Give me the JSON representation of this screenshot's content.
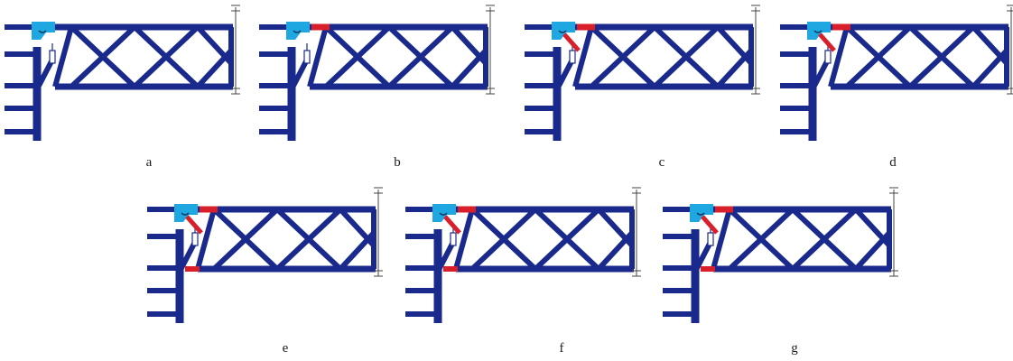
{
  "colors": {
    "background": "#ffffff",
    "member": "#1a2a8c",
    "connector": "#1ea7e1",
    "removed_member": "#d81f2a",
    "dimension_line": "#444444"
  },
  "panels": [
    {
      "label": "a",
      "red_top": false,
      "red_diag": false,
      "red_bottom": false
    },
    {
      "label": "b",
      "red_top": true,
      "red_diag": false,
      "red_bottom": false
    },
    {
      "label": "c",
      "red_top": true,
      "red_diag": true,
      "red_bottom": false
    },
    {
      "label": "d",
      "red_top": true,
      "red_diag": true,
      "red_bottom": false
    },
    {
      "label": "e",
      "red_top": true,
      "red_diag": true,
      "red_bottom": true
    },
    {
      "label": "f",
      "red_top": true,
      "red_diag": true,
      "red_bottom": true
    },
    {
      "label": "g",
      "red_top": true,
      "red_diag": true,
      "red_bottom": true
    }
  ]
}
